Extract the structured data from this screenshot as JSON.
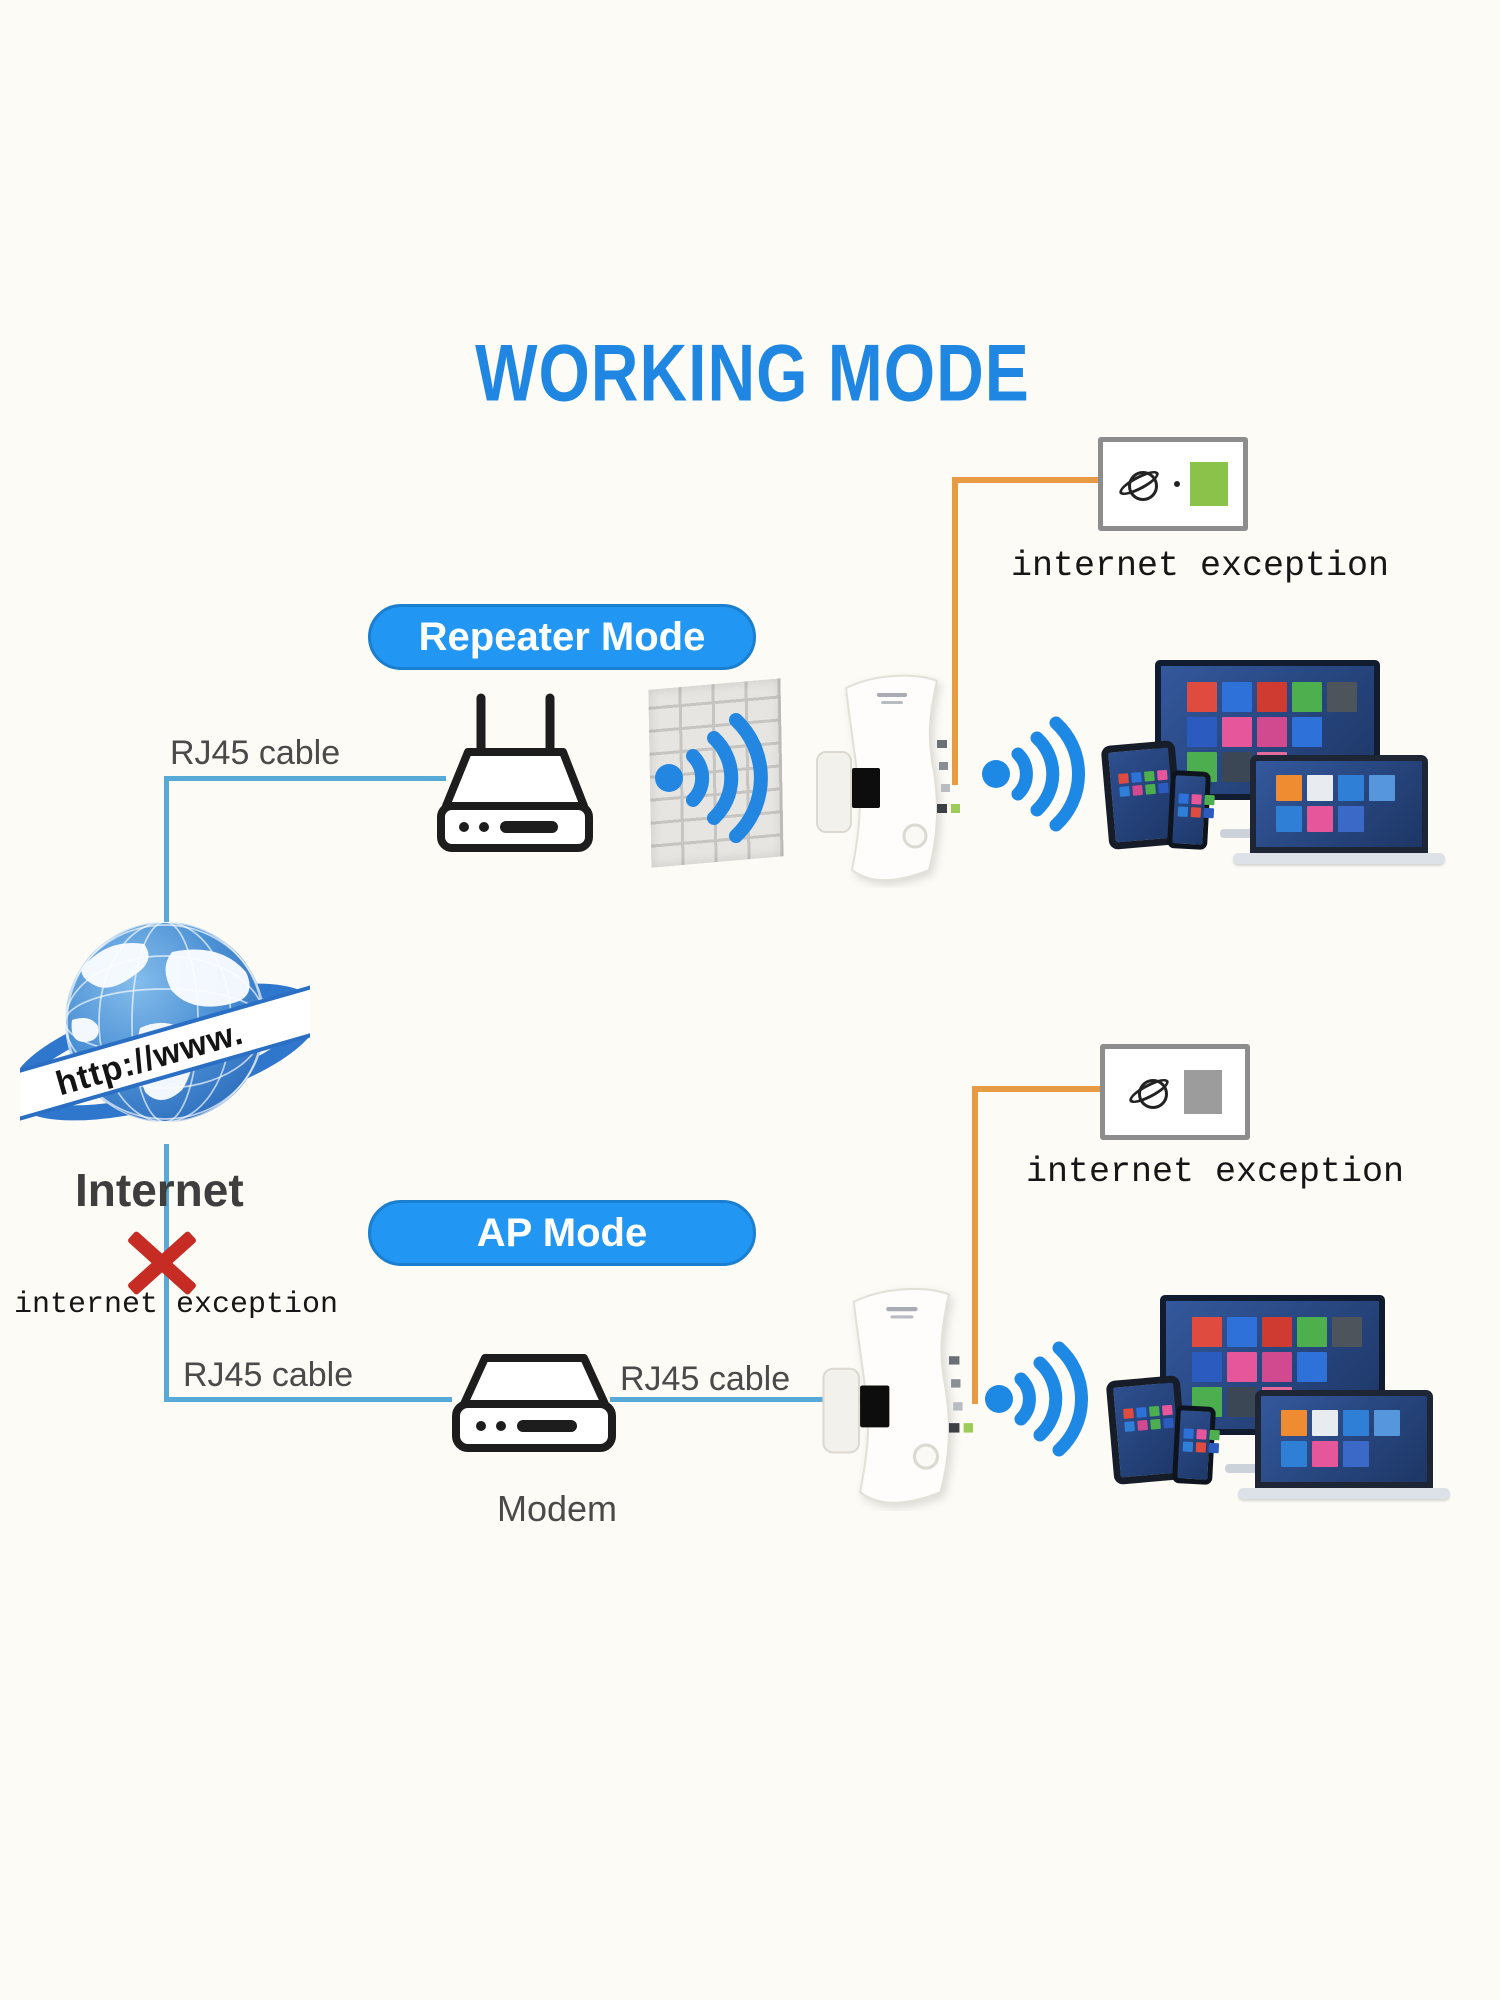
{
  "title": "WORKING MODE",
  "colors": {
    "bg": "#fcfbf6",
    "accent": "#1f87e2",
    "pill": "#2196f3",
    "pill_border": "#1b7fd0",
    "wifi": "#1e88e5",
    "cable": "#57a9d8",
    "orange": "#e89b45",
    "red": "#c62b24",
    "green_square": "#8bc34a",
    "gray_square": "#9c9c9c",
    "box_border": "#8d8d8d",
    "label_gray": "#4a4a4a",
    "text_dark": "#161616"
  },
  "repeater_section": {
    "mode_label": "Repeater Mode",
    "cable_label": "RJ45 cable",
    "exception_label": "internet exception"
  },
  "ap_section": {
    "mode_label": "AP Mode",
    "cable_label_left": "RJ45 cable",
    "cable_label_right": "RJ45 cable",
    "modem_label": "Modem",
    "exception_label": "internet exception"
  },
  "internet": {
    "label": "Internet",
    "banner": "http://www.",
    "exception_label": "internet exception"
  },
  "devices": {
    "monitor_tiles": [
      [
        "#e04b3f",
        "#2e71d8",
        "#cf3a31",
        "#4daf4e",
        "#4d545c"
      ],
      [
        "#2c5bbf",
        "#e5569b",
        "#d14a90",
        "#2e71d8"
      ],
      [
        "#4cae4f",
        "#3b4754",
        "#e36a9b"
      ]
    ],
    "laptop_tiles": [
      [
        "#ef8b31",
        "#e8ecf0",
        "#2f7fd6",
        "#5596dd"
      ],
      [
        "#2f7fd6",
        "#e5569b",
        "#3a69c8"
      ]
    ],
    "tablet_tiles": [
      [
        "#e04b3f",
        "#2e71d8",
        "#4daf4e",
        "#e5569b"
      ],
      [
        "#2f7fd6",
        "#d14a90",
        "#4cae4f",
        "#2c5bbf"
      ]
    ],
    "phone_tiles": [
      [
        "#2e71d8",
        "#e5569b",
        "#4daf4e"
      ],
      [
        "#2f7fd6",
        "#e04b3f",
        "#2c5bbf"
      ]
    ]
  }
}
